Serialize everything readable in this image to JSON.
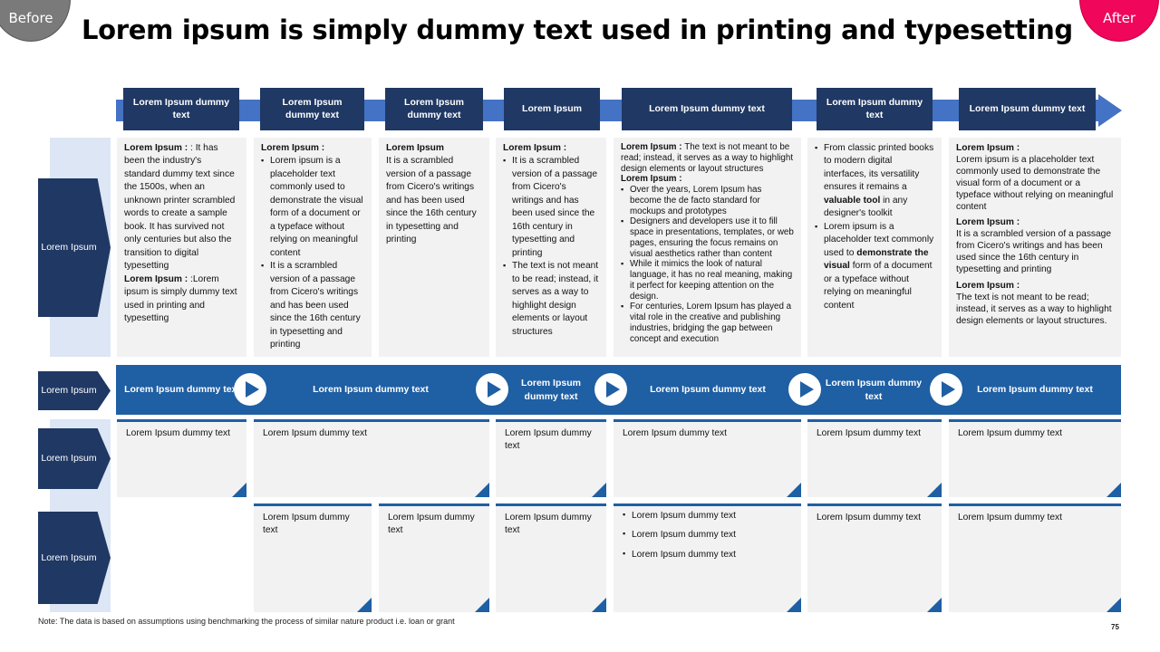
{
  "badges": {
    "before": "Before",
    "after": "After"
  },
  "title": "Lorem ipsum is simply dummy text used in printing and typesetting",
  "phases": [
    "Lorem Ipsum dummy text",
    "Lorem Ipsum dummy text",
    "Lorem Ipsum dummy text",
    "Lorem Ipsum",
    "Lorem Ipsum dummy text",
    "Lorem Ipsum dummy text",
    "Lorem Ipsum dummy text"
  ],
  "row_labels": [
    "Lorem Ipsum",
    "Lorem Ipsum",
    "Lorem Ipsum",
    "Lorem Ipsum"
  ],
  "cards": {
    "c1": {
      "h1": "Lorem Ipsum : ",
      "t1": ": It has been the industry's standard dummy text since the 1500s, when an unknown printer scrambled words to create a sample book. It has survived not only centuries but also the transition to digital typesetting",
      "h2": "Lorem Ipsum : ",
      "t2": ":Lorem ipsum is simply dummy text used in printing and typesetting"
    },
    "c2": {
      "h": "Lorem Ipsum :",
      "b1": "Lorem ipsum is a placeholder text commonly used to demonstrate the visual form of a document or a typeface without relying on meaningful content",
      "b2": "It is a scrambled version of a passage from Cicero's writings and has been used since the 16th century in typesetting and printing"
    },
    "c3": {
      "h": "Lorem Ipsum",
      "t": "It is a scrambled version of a passage from Cicero's writings and has been used since the 16th century in typesetting and printing"
    },
    "c4": {
      "h": "Lorem Ipsum :",
      "b1": "It is a scrambled version of a passage from Cicero's writings and has been used since the 16th century in typesetting and printing",
      "b2": "The text is not meant to be read; instead, it serves as a way to highlight design elements or layout structures"
    },
    "c5": {
      "h1": "Lorem Ipsum : ",
      "t1": "The text is not meant to be read; instead, it serves as a way to highlight design elements or layout structures",
      "h2": "Lorem Ipsum :",
      "b1": "Over the years, Lorem Ipsum has become the de facto standard for mockups and prototypes",
      "b2": "Designers and developers use it to fill space in presentations, templates, or web pages, ensuring the focus remains on visual aesthetics rather than content",
      "b3": "While it mimics the look of natural language, it has no real meaning, making it perfect for keeping attention on the design.",
      "b4": "For centuries, Lorem Ipsum has played a vital role in the creative and publishing industries, bridging the gap between concept and execution"
    },
    "c6": {
      "b1a": "From classic printed books to modern digital interfaces, its versatility ensures it remains a ",
      "b1b": "valuable tool",
      "b1c": " in any designer's toolkit",
      "b2a": "Lorem ipsum is a placeholder text commonly used to ",
      "b2b": "demonstrate the visual",
      "b2c": " form of a document or a typeface without relying on meaningful content"
    },
    "c7": {
      "h1": "Lorem Ipsum :",
      "t1": "Lorem ipsum is a placeholder text commonly used to demonstrate the visual form of a document or a typeface without relying on meaningful content",
      "h2": "Lorem Ipsum :",
      "t2": "It is a scrambled version of a passage from Cicero's writings and has been used since the 16th century in typesetting and printing",
      "h3": "Lorem Ipsum :",
      "t3": "The text is not meant to be read; instead, it serves as a way to highlight design elements or layout structures."
    }
  },
  "process": [
    "Lorem Ipsum dummy text",
    "Lorem Ipsum dummy text",
    "Lorem Ipsum dummy text",
    "Lorem Ipsum dummy text",
    "Lorem Ipsum dummy text",
    "Lorem Ipsum dummy text"
  ],
  "row3": [
    "Lorem Ipsum dummy text",
    "Lorem Ipsum dummy text",
    "Lorem Ipsum dummy text",
    "Lorem Ipsum dummy text",
    "Lorem Ipsum dummy text",
    "Lorem Ipsum dummy text"
  ],
  "row4": {
    "a": "Lorem Ipsum dummy text",
    "b": "Lorem Ipsum dummy text",
    "c": "Lorem Ipsum dummy text",
    "d_items": [
      "Lorem Ipsum dummy text",
      "Lorem Ipsum dummy text",
      "Lorem Ipsum dummy text"
    ],
    "e": "Lorem Ipsum dummy text",
    "f": "Lorem Ipsum dummy text"
  },
  "note": "Note: The data is based on assumptions using benchmarking the process of similar nature product i.e. loan or grant",
  "page_number": "75",
  "colors": {
    "navy": "#1f3864",
    "blue": "#1f5fa3",
    "arrow": "#4472c4",
    "after": "#f0065a"
  }
}
